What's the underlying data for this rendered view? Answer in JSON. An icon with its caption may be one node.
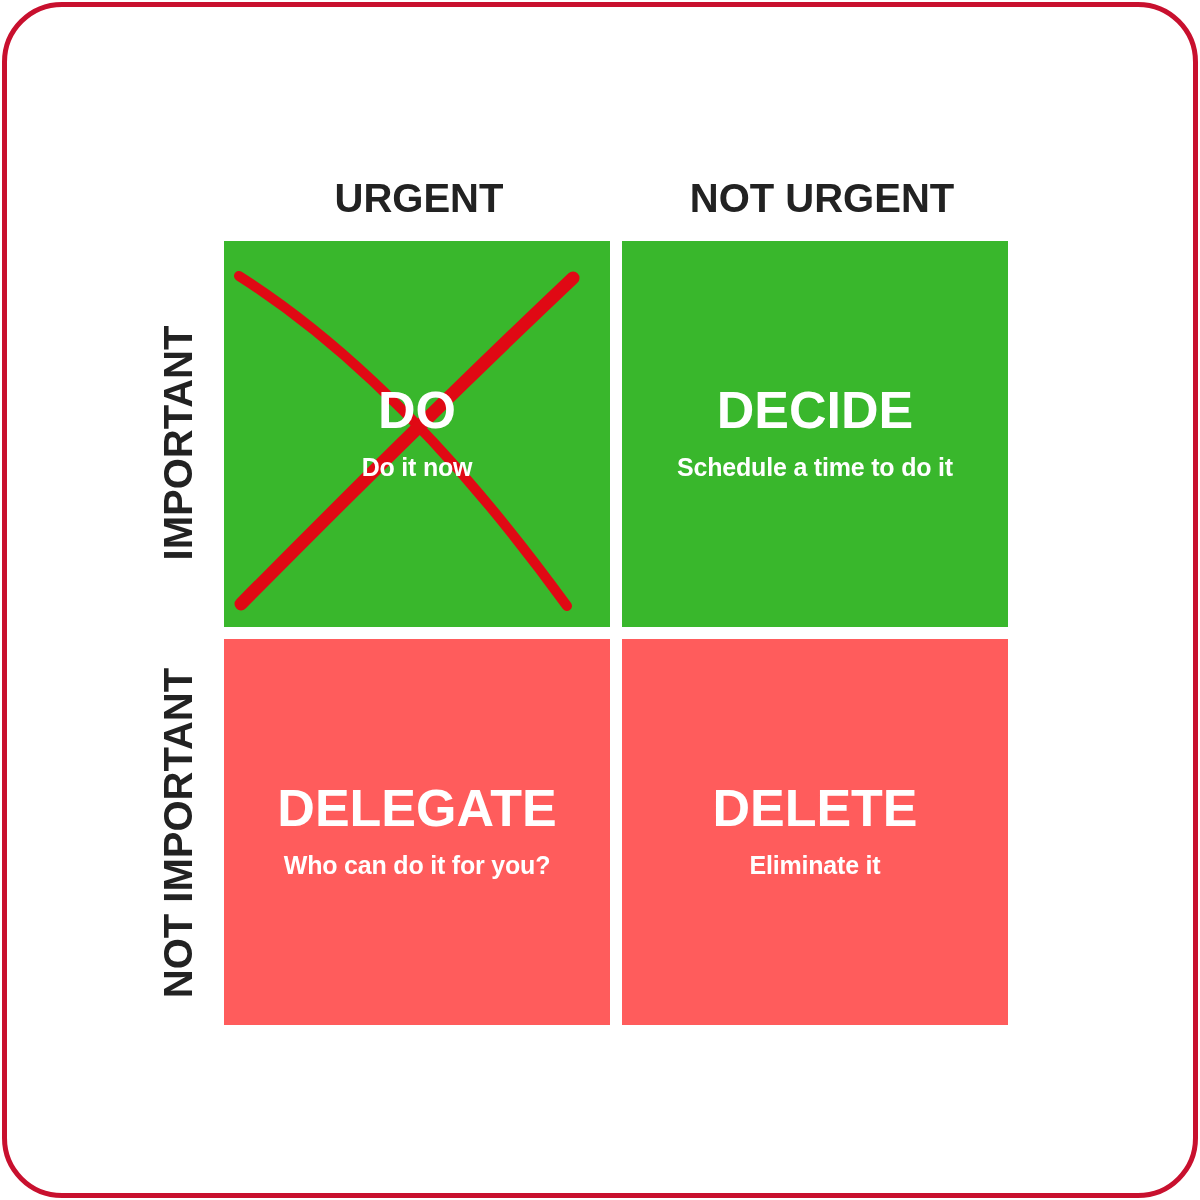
{
  "diagram": {
    "nodes": [
      {
        "text": [
          "DO",
          "Do it now"
        ]
      },
      {
        "text": [
          "DECIDE",
          "Schedule a time to do it"
        ]
      },
      {
        "text": [
          "DELEGATE",
          "Who can do it for you?"
        ]
      },
      {
        "text": [
          "DELETE",
          "Eliminate it"
        ]
      }
    ],
    "edges": [],
    "labels": [
      "URGENT",
      "NOT URGENT",
      "IMPORTANT",
      "NOT IMPORTANT"
    ]
  }
}
